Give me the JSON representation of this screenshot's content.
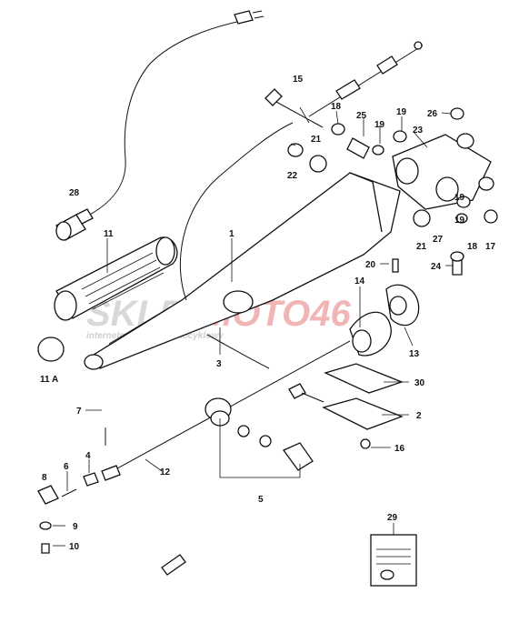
{
  "watermark": {
    "brand_part1": "SKLEP",
    "brand_part2": "MOTO46",
    "tagline": "internetowy sklep motocyklowy"
  },
  "labels": {
    "p1": "1",
    "p2": "2",
    "p3": "3",
    "p4": "4",
    "p5": "5",
    "p6": "6",
    "p7": "7",
    "p8": "8",
    "p9": "9",
    "p10": "10",
    "p11": "11",
    "p11a": "11 A",
    "p12": "12",
    "p13": "13",
    "p14": "14",
    "p15": "15",
    "p16": "16",
    "p17": "17",
    "p18a": "18",
    "p18b": "18",
    "p19a": "19",
    "p19b": "19",
    "p19c": "19",
    "p19d": "19",
    "p20": "20",
    "p21a": "21",
    "p21b": "21",
    "p22": "22",
    "p23": "23",
    "p24": "24",
    "p25": "25",
    "p26": "26",
    "p27": "27",
    "p28": "28",
    "p29": "29",
    "p30": "30"
  }
}
